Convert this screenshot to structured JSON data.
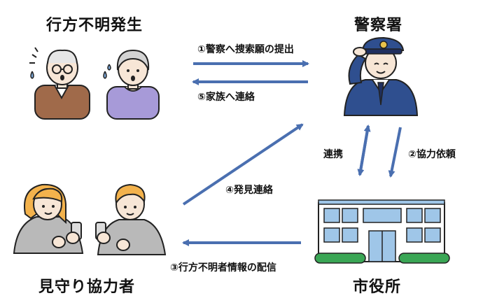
{
  "headings": {
    "missing": "行方不明発生",
    "police": "警察署",
    "watchers": "見守り協力者",
    "city": "市役所"
  },
  "labels": {
    "step1": "①警察へ捜索願の提出",
    "step5": "⑤家族へ連絡",
    "cooperate": "連携",
    "step2": "②協力依頼",
    "step4": "④発見連絡",
    "step3": "③行方不明者情報の配信"
  },
  "colors": {
    "arrow": "#4a6fb0",
    "police_uniform": "#2f4f8f",
    "city_hall_window": "#9fc6e8",
    "city_hall_hedge": "#3aa655",
    "elder_shirt": "#a06a4a",
    "woman_shirt": "#a79ad8",
    "watcher_shirt": "#b9b9b9",
    "watcher_hair": "#f3b24c"
  }
}
